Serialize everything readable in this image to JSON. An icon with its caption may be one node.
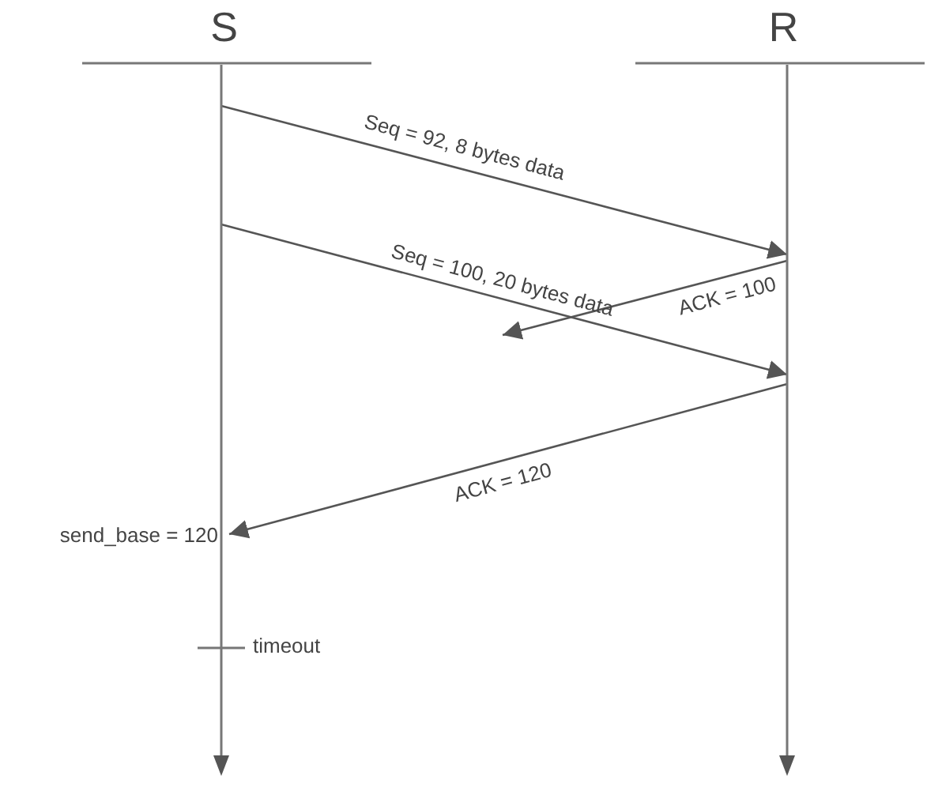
{
  "diagram": {
    "nodes": [
      {
        "text": [
          "S"
        ]
      },
      {
        "text": [
          "R"
        ]
      }
    ],
    "edges": [
      {
        "from": 0,
        "to": 1,
        "arrow": "to",
        "label": "Seq = 92, 8 bytes data"
      },
      {
        "from": 0,
        "to": 1,
        "arrow": "to",
        "label": "Seq = 100, 20 bytes data"
      },
      {
        "from": 1,
        "to": null,
        "arrow": "to",
        "label": "ACK = 100"
      },
      {
        "from": 1,
        "to": 0,
        "arrow": "to",
        "label": "ACK = 120"
      }
    ],
    "labels": [
      "send_base = 120",
      "timeout"
    ]
  }
}
